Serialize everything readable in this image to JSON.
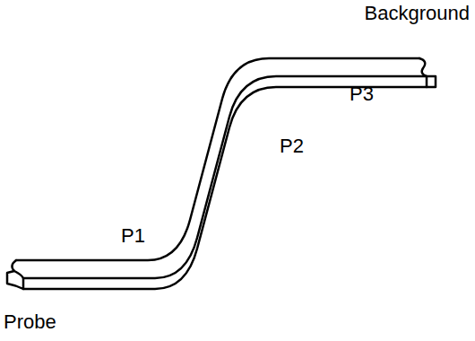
{
  "diagram": {
    "labels": [
      "Background",
      "P1",
      "P2",
      "P3",
      "Probe"
    ]
  }
}
